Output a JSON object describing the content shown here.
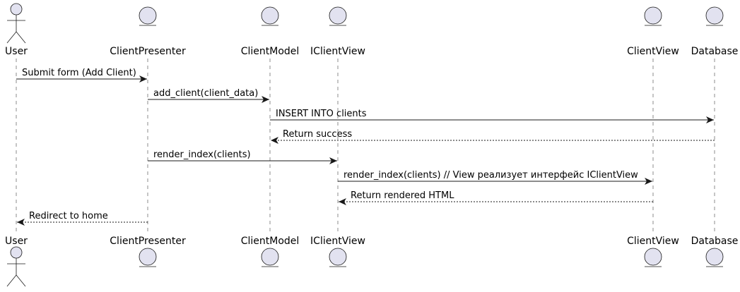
{
  "style": {
    "participant_fill": "#E2E2F0",
    "participant_stroke": "#181818",
    "lifeline_color": "#181818",
    "arrow_color": "#181818",
    "text_color": "#000000",
    "background": "#FFFFFF"
  },
  "participants": [
    {
      "id": "user",
      "label": "User",
      "kind": "actor",
      "icon": "actor-icon"
    },
    {
      "id": "presenter",
      "label": "ClientPresenter",
      "kind": "entity",
      "icon": "entity-icon"
    },
    {
      "id": "model",
      "label": "ClientModel",
      "kind": "entity",
      "icon": "entity-icon"
    },
    {
      "id": "iview",
      "label": "IClientView",
      "kind": "entity",
      "icon": "entity-icon"
    },
    {
      "id": "view",
      "label": "ClientView",
      "kind": "entity",
      "icon": "entity-icon"
    },
    {
      "id": "db",
      "label": "Database",
      "kind": "entity",
      "icon": "entity-icon"
    }
  ],
  "messages": [
    {
      "from": "user",
      "to": "presenter",
      "label": "Submit form (Add Client)",
      "style": "solid"
    },
    {
      "from": "presenter",
      "to": "model",
      "label": "add_client(client_data)",
      "style": "solid"
    },
    {
      "from": "model",
      "to": "db",
      "label": "INSERT INTO clients",
      "style": "solid"
    },
    {
      "from": "db",
      "to": "model",
      "label": "Return success",
      "style": "dashed"
    },
    {
      "from": "presenter",
      "to": "iview",
      "label": "render_index(clients)",
      "style": "solid"
    },
    {
      "from": "iview",
      "to": "view",
      "label": "render_index(clients)  // View реализует интерфейс IClientView",
      "style": "solid"
    },
    {
      "from": "view",
      "to": "iview",
      "label": "Return rendered HTML",
      "style": "dashed"
    },
    {
      "from": "presenter",
      "to": "user",
      "label": "Redirect to home",
      "style": "dashed"
    }
  ]
}
